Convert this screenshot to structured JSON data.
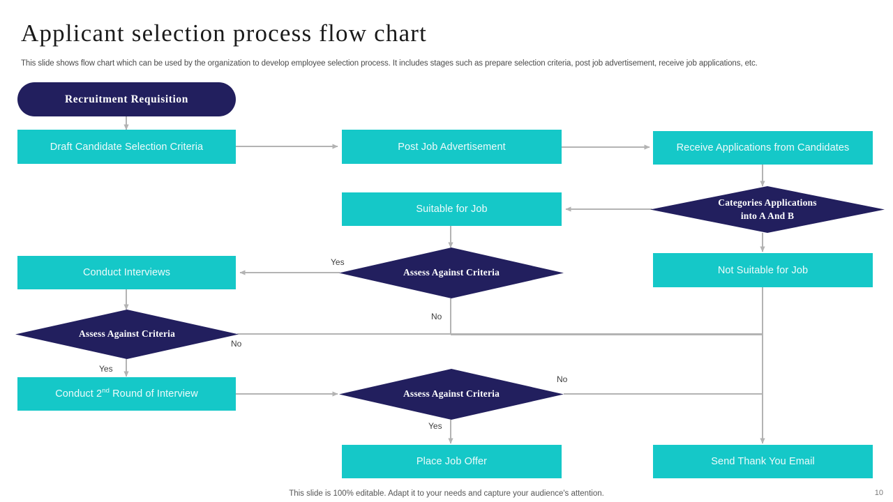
{
  "slide": {
    "title": "Applicant selection process flow chart",
    "subtitle": "This slide shows flow chart which can be used by the organization to develop employee selection process. It includes stages such as prepare selection criteria, post job advertisement, receive job applications, etc.",
    "footer_note": "This slide is 100% editable. Adapt it to your needs and capture your audience's attention.",
    "page_number": "10"
  },
  "colors": {
    "process_fill": "#15C8C8",
    "decision_fill": "#221F5E",
    "start_fill": "#221F5E",
    "connector": "#b3b3b3",
    "title_text": "#1a1a1a",
    "body_text": "#4a4a4a"
  },
  "chart_data": {
    "type": "diagram",
    "title": "Applicant selection process flow chart",
    "nodes": [
      {
        "id": "n1",
        "label": "Recruitment Requisition",
        "shape": "rounded-pill"
      },
      {
        "id": "n2",
        "label": "Draft Candidate Selection Criteria",
        "shape": "rectangle"
      },
      {
        "id": "n3",
        "label": "Post Job Advertisement",
        "shape": "rectangle"
      },
      {
        "id": "n4",
        "label": "Receive Applications from Candidates",
        "shape": "rectangle"
      },
      {
        "id": "n5",
        "label": "Categories Applications into A And B",
        "shape": "diamond"
      },
      {
        "id": "n6",
        "label": "Suitable for Job",
        "shape": "rectangle"
      },
      {
        "id": "n7",
        "label": "Not Suitable for Job",
        "shape": "rectangle"
      },
      {
        "id": "n8",
        "label": "Assess Against Criteria",
        "shape": "diamond"
      },
      {
        "id": "n9",
        "label": "Conduct Interviews",
        "shape": "rectangle"
      },
      {
        "id": "n10",
        "label": "Assess Against Criteria",
        "shape": "diamond"
      },
      {
        "id": "n11",
        "label": "Conduct 2nd Round of Interview",
        "shape": "rectangle"
      },
      {
        "id": "n12",
        "label": "Assess Against Criteria",
        "shape": "diamond"
      },
      {
        "id": "n13",
        "label": "Place Job Offer",
        "shape": "rectangle"
      },
      {
        "id": "n14",
        "label": "Send Thank You Email",
        "shape": "rectangle"
      }
    ],
    "edges": [
      {
        "from": "n1",
        "to": "n2",
        "label": ""
      },
      {
        "from": "n2",
        "to": "n3",
        "label": ""
      },
      {
        "from": "n3",
        "to": "n4",
        "label": ""
      },
      {
        "from": "n4",
        "to": "n5",
        "label": ""
      },
      {
        "from": "n5",
        "to": "n6",
        "label": ""
      },
      {
        "from": "n5",
        "to": "n7",
        "label": ""
      },
      {
        "from": "n6",
        "to": "n8",
        "label": ""
      },
      {
        "from": "n8",
        "to": "n9",
        "label": "Yes"
      },
      {
        "from": "n8",
        "to": "n14",
        "label": "No"
      },
      {
        "from": "n9",
        "to": "n10",
        "label": ""
      },
      {
        "from": "n10",
        "to": "n11",
        "label": "Yes"
      },
      {
        "from": "n10",
        "to": "n14",
        "label": "No"
      },
      {
        "from": "n11",
        "to": "n12",
        "label": ""
      },
      {
        "from": "n12",
        "to": "n13",
        "label": "Yes"
      },
      {
        "from": "n12",
        "to": "n14",
        "label": "No"
      }
    ]
  },
  "nodes": {
    "recruitment_requisition": "Recruitment Requisition",
    "draft_criteria": "Draft Candidate Selection Criteria",
    "post_job_ad": "Post Job Advertisement",
    "receive_applications": "Receive Applications from Candidates",
    "categories_line1": "Categories Applications",
    "categories_line2": "into A And B",
    "suitable_for_job": "Suitable for Job",
    "not_suitable_for_job": "Not Suitable for Job",
    "assess_1": "Assess Against Criteria",
    "conduct_interviews": "Conduct Interviews",
    "assess_2": "Assess Against Criteria",
    "conduct_2nd_round_pre": "Conduct 2",
    "conduct_2nd_round_sup": "nd",
    "conduct_2nd_round_post": " Round of Interview",
    "assess_3": "Assess Against Criteria",
    "place_job_offer": "Place Job Offer",
    "send_thank_you": "Send Thank You Email"
  },
  "edge_labels": {
    "yes_assess1": "Yes",
    "no_assess1": "No",
    "yes_assess2": "Yes",
    "no_assess2": "No",
    "yes_assess3": "Yes",
    "no_assess3": "No"
  }
}
